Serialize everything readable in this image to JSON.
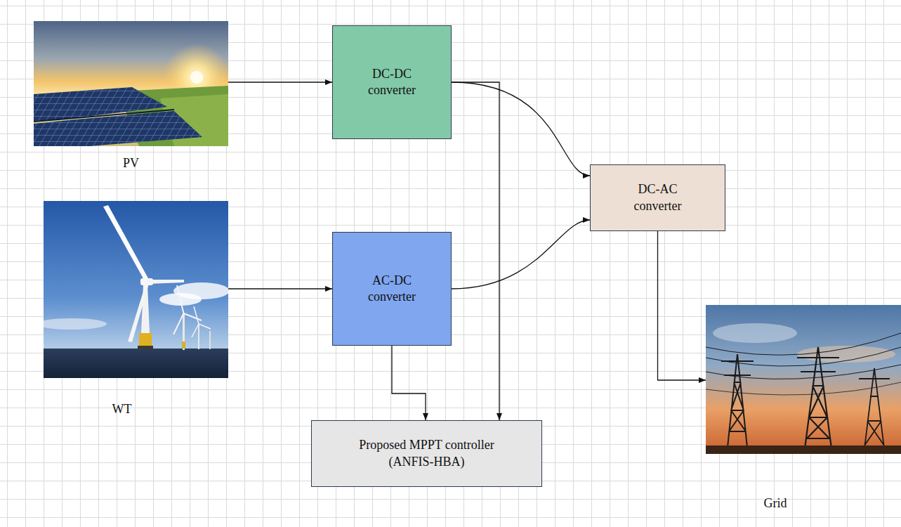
{
  "diagram": {
    "nodes": [
      {
        "text": [
          "PV"
        ]
      },
      {
        "text": [
          "WT"
        ]
      },
      {
        "text": [
          "DC-DC converter"
        ]
      },
      {
        "text": [
          "AC-DC converter"
        ]
      },
      {
        "text": [
          "DC-AC converter"
        ]
      },
      {
        "text": [
          "Proposed MPPT controller (ANFIS-HBA)"
        ]
      },
      {
        "text": [
          "Grid"
        ]
      }
    ],
    "edges": [
      {
        "from": 0,
        "to": 2,
        "arrow": "to"
      },
      {
        "from": 1,
        "to": 3,
        "arrow": "to"
      },
      {
        "from": 2,
        "to": 4,
        "arrow": "to"
      },
      {
        "from": 3,
        "to": 4,
        "arrow": "to"
      },
      {
        "from": 2,
        "to": 5,
        "arrow": "to"
      },
      {
        "from": 3,
        "to": 5,
        "arrow": "to"
      },
      {
        "from": 4,
        "to": 6,
        "arrow": "to"
      }
    ]
  }
}
